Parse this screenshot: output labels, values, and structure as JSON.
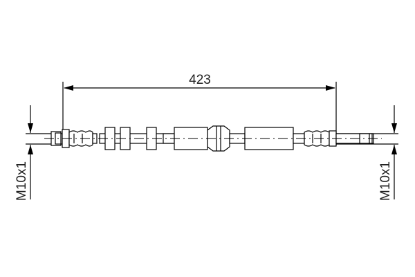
{
  "drawing": {
    "type": "brake-hose-technical-drawing",
    "length_dimension": "423",
    "left_thread_label": "M10x1",
    "right_thread_label": "M10x1",
    "line_color": "#000000",
    "text_color": "#222222",
    "background": "#ffffff"
  }
}
